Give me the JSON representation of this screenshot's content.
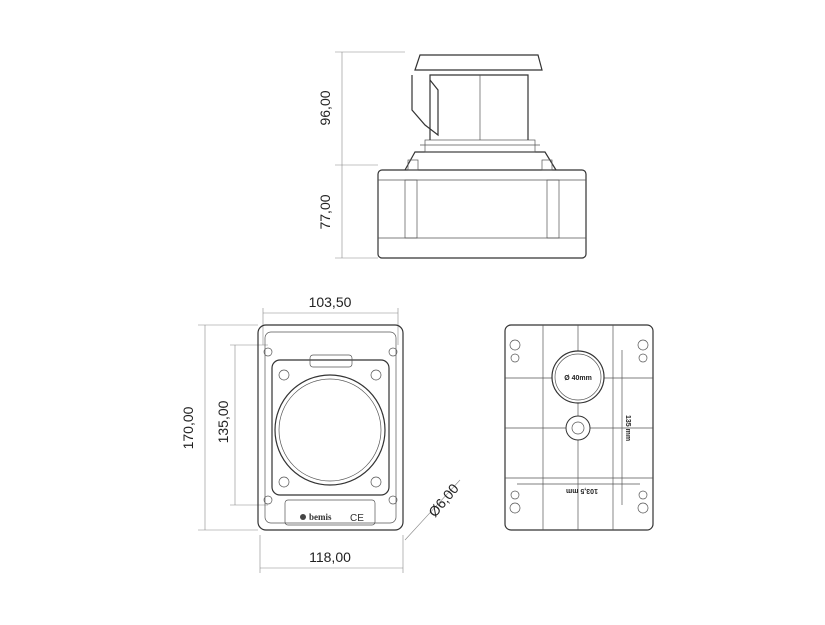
{
  "top_view": {
    "dim_upper": "96,00",
    "dim_lower": "77,00"
  },
  "front_view": {
    "dim_width_inner": "103,50",
    "dim_height_total": "170,00",
    "dim_height_holes": "135,00",
    "dim_width_total": "118,00",
    "dim_hole_diameter": "Ø6,00",
    "brand": "bemis",
    "ce_mark": "CE"
  },
  "back_view": {
    "hole_label": "Ø 40mm",
    "dim_vertical": "135 mm",
    "dim_horizontal": "103,5 mm"
  }
}
